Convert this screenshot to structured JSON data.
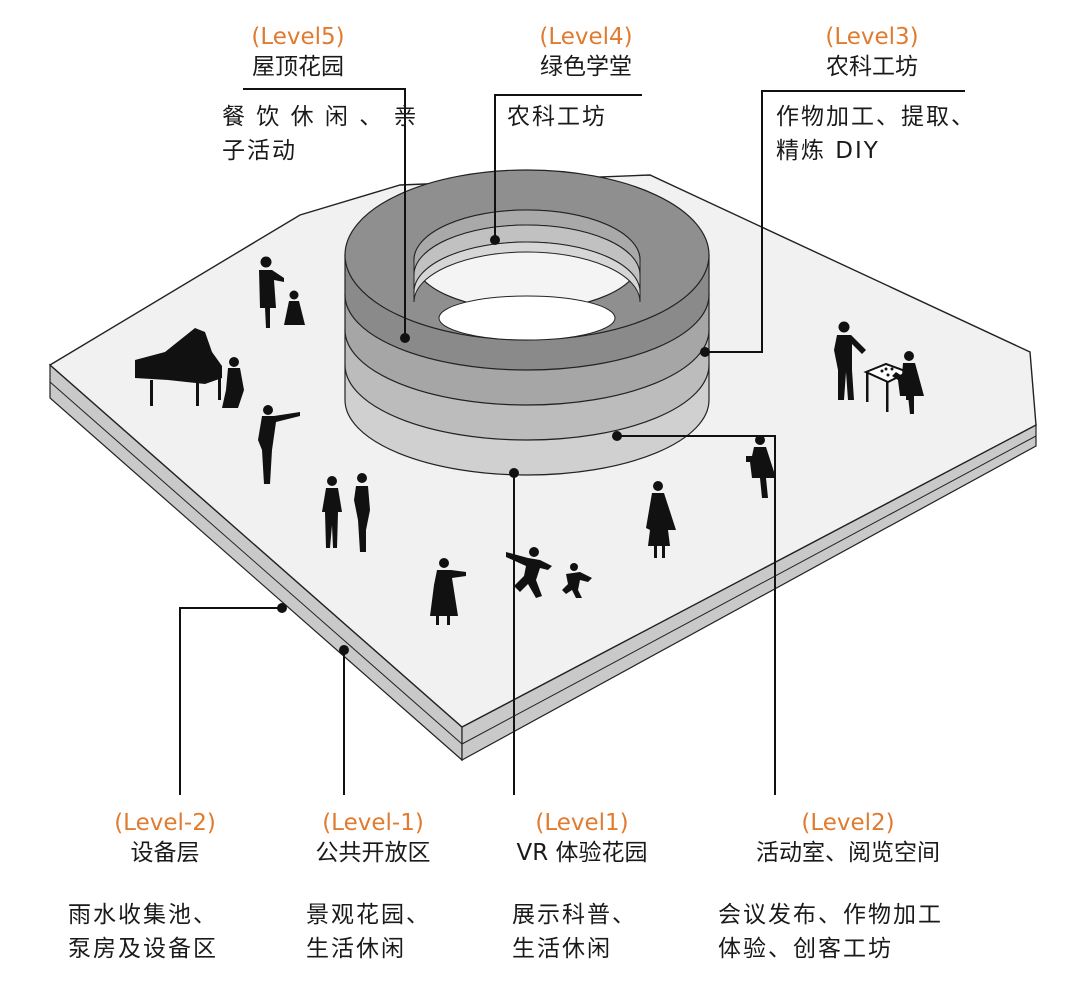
{
  "colors": {
    "level_accent": "#e07b2f",
    "platform_top": "#f1f1f1",
    "platform_side": "#c9c9c9",
    "ring_top": "#8f8f8f",
    "ring_band1": "#8a8a8a",
    "ring_band2": "#a6a6a6",
    "ring_band3": "#bcbcbc",
    "ring_band4": "#d0d0d0",
    "line": "#111111"
  },
  "levels": {
    "level5": {
      "tag": "(Level5)",
      "name": "屋顶花园",
      "desc": [
        "餐 饮 休 闲 、 亲",
        "子活动"
      ]
    },
    "level4": {
      "tag": "(Level4)",
      "name": "绿色学堂",
      "desc": [
        "农科工坊"
      ]
    },
    "level3": {
      "tag": "(Level3)",
      "name": "农科工坊",
      "desc": [
        "作物加工、提取、",
        "精炼 DIY"
      ]
    },
    "level_minus2": {
      "tag": "(Level-2)",
      "name": "设备层",
      "desc": [
        "雨水收集池、",
        "泵房及设备区"
      ]
    },
    "level_minus1": {
      "tag": "(Level-1)",
      "name": "公共开放区",
      "desc": [
        "景观花园、",
        "生活休闲"
      ]
    },
    "level1": {
      "tag": "(Level1)",
      "name": "VR 体验花园",
      "desc": [
        "展示科普、",
        "生活休闲"
      ]
    },
    "level2": {
      "tag": "(Level2)",
      "name": "活动室、阅览空间",
      "desc": [
        "会议发布、作物加工",
        "体验、创客工坊"
      ]
    }
  },
  "icons": [
    "grand-piano-icon",
    "person-silhouette-icon",
    "table-icon"
  ]
}
